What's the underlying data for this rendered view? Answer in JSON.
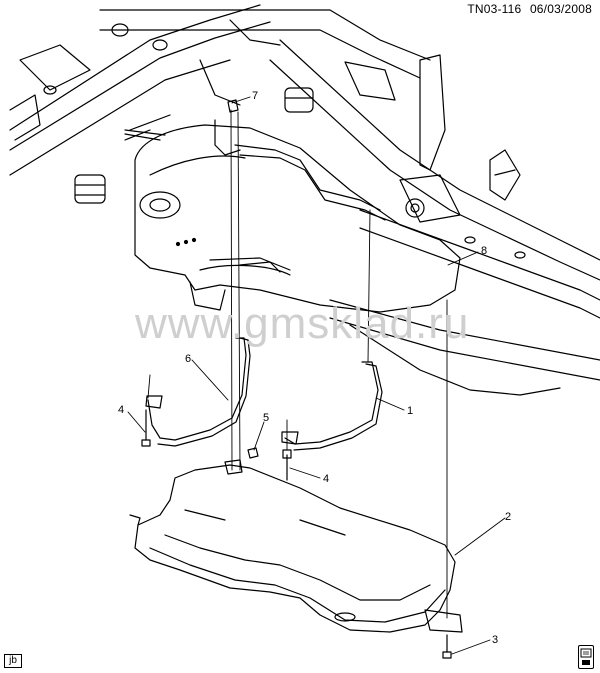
{
  "header": {
    "figure_code": "TN03-116",
    "date": "06/03/2008"
  },
  "watermark": "www.gmsklad.ru",
  "callouts": [
    {
      "id": "1",
      "label": "1"
    },
    {
      "id": "2",
      "label": "2"
    },
    {
      "id": "3",
      "label": "3"
    },
    {
      "id": "4a",
      "label": "4"
    },
    {
      "id": "4b",
      "label": "4"
    },
    {
      "id": "5",
      "label": "5"
    },
    {
      "id": "6",
      "label": "6"
    },
    {
      "id": "7",
      "label": "7"
    },
    {
      "id": "8",
      "label": "8"
    }
  ],
  "footer": {
    "corner_code": "jb",
    "book_icon": "book-icon"
  }
}
